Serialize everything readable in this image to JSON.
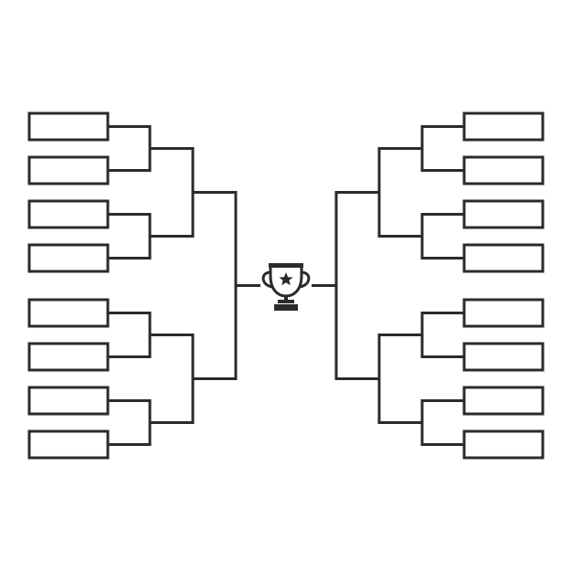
{
  "bracket": {
    "format": "single-elimination",
    "teams_per_side": 8,
    "rounds_per_side": 3,
    "slot_labels": {
      "left": [
        "",
        "",
        "",
        "",
        "",
        "",
        "",
        ""
      ],
      "right": [
        "",
        "",
        "",
        "",
        "",
        "",
        "",
        ""
      ]
    }
  },
  "trophy": {
    "icon": "trophy-icon",
    "emblem": "star-icon"
  },
  "colors": {
    "line": "#2b2b2b",
    "slot_fill": "#ffffff",
    "background": "#ffffff"
  }
}
